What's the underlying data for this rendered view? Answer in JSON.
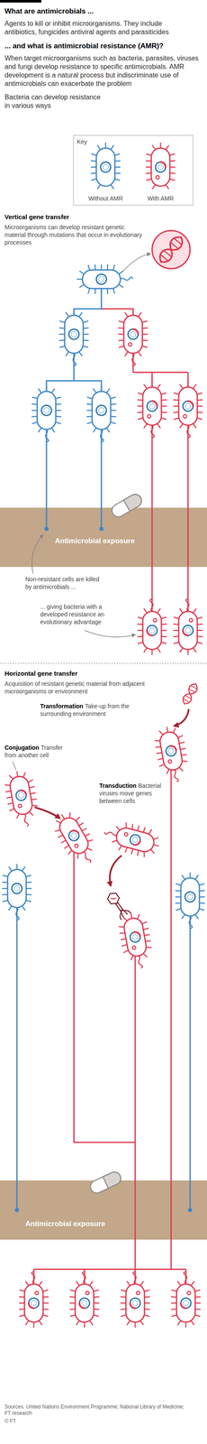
{
  "diagram": {
    "title": "What are antimicrobials ...",
    "nodes": [
      {
        "text": [
          "Antimicrobial exposure"
        ]
      },
      {
        "text": [
          "Antimicrobial exposure"
        ]
      }
    ],
    "labels": [
      "Agents to kill or inhibit microorganisms. They include antibiotics, fungicides antiviral agents and parasiticides",
      "... and what is antimicrobial resistance (AMR)?",
      "When target microorganisms such as bacteria, parasites, viruses and fungi develop resistance to specific antimicrobials. AMR development is a natural process but indiscriminate use of antimicrobials can exacerbate the problem",
      "Bacteria can develop resistance in various ways",
      "Key",
      "Vertical gene transfer",
      "Microorganisms can develop resistant genetic material through mutations that occur in evolutionary processes",
      "Non-resistant cells are killed by antimicrobials ...",
      "... giving bacteria with a developed resistance an evolutionary advantage",
      "Horizontal gene transfer",
      "Acquisition of resistant genetic material from adjacent microorganisms or environment",
      "Transformation",
      "Take-up from the surrounding environment",
      "Conjugation",
      "Transfer from another cell",
      "Transduction",
      "Bacterial viruses move genes between cells",
      "Sources: United Nations Environment Programme; National Library of Medicine; FT research",
      "© FT"
    ],
    "legend": [
      {
        "text": "Without AMR"
      },
      {
        "text": "With AMR"
      }
    ]
  }
}
